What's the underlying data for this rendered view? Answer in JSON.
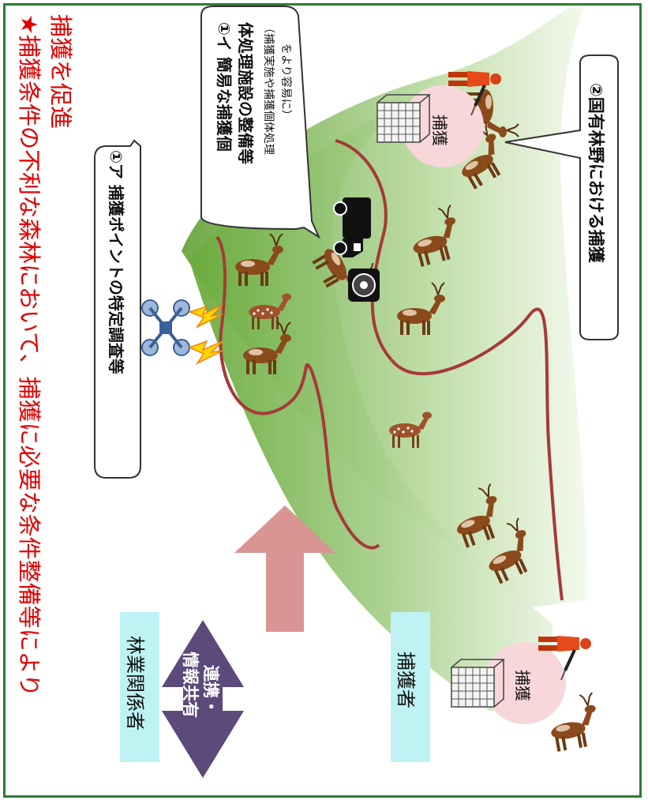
{
  "headline": {
    "line1": "★捕獲条件の不利な森林において、捕獲に必要な条件整備等により",
    "line2": "捕獲を促進",
    "color": "#e00000"
  },
  "callouts": {
    "survey": "①ア 捕獲ポイントの特定調査等",
    "facility_line1": "①イ 簡易な捕獲個",
    "facility_line2": "体処理施設の整備等",
    "facility_note1": "（捕獲実施や捕獲個体処理",
    "facility_note2": "をより容易に）",
    "national_forest": "②国有林野における捕獲"
  },
  "labels": {
    "capture_upper": "捕獲",
    "capture_lower": "捕獲",
    "forestry": "林業関係者",
    "hunter": "捕獲者",
    "cooperation_line1": "連携・",
    "cooperation_line2": "情報共有"
  },
  "colors": {
    "forest_green": "#7cb342",
    "road": "#a53a3a",
    "arrow_purple": "#5b4a7a",
    "arrow_pink": "#d99594",
    "tag_cyan": "#bff3f3",
    "capture_circle": "#f8d7da"
  }
}
